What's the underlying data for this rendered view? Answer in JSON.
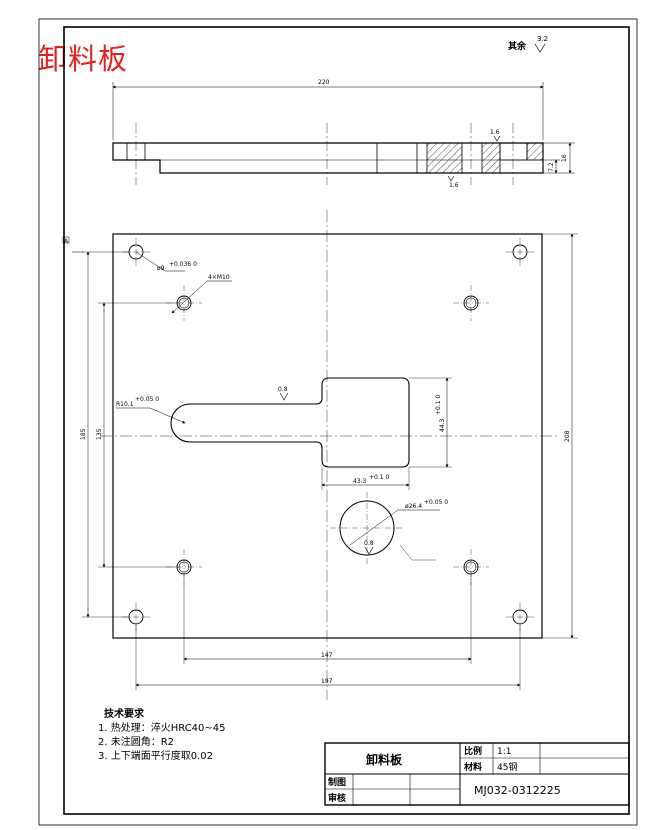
{
  "drawing_title": "卸料板",
  "roughness_note": {
    "label": "其余",
    "value": "3.2"
  },
  "dimensions": {
    "overall_length": "220",
    "thickness_total": "16",
    "thickness_step": "7.2",
    "counterbore": "1.6",
    "counterbore_bottom": "1.6",
    "height_total": "208",
    "hole_a_size": "ø9",
    "hole_a_tol": "+0.036\n0",
    "tap_spec": "4×M10",
    "slot_radius": "R10.1",
    "slot_radius_tol": "+0.05\n0",
    "slot_finish": "0.8",
    "pocket_height": "44.3",
    "pocket_height_tol": "+0.1\n0",
    "pocket_width": "43.3",
    "pocket_width_tol": "+0.1\n0",
    "center_hole": "ø26.4",
    "center_hole_tol": "+0.05\n0",
    "center_finish": "0.8",
    "vert_185a": "185",
    "vert_135": "135",
    "bottom_147": "147",
    "bottom_197": "197",
    "datum_a": "A"
  },
  "tech_requirements": {
    "heading": "技术要求",
    "items": [
      "1. 热处理：淬火HRC40~45",
      "2. 未注圆角：R2",
      "3. 上下端面平行度取0.02"
    ]
  },
  "title_block": {
    "part_name": "卸料板",
    "scale_label": "比例",
    "scale_value": "1:1",
    "material_label": "材料",
    "material_value": "45钢",
    "drawn_label": "制图",
    "checked_label": "审核",
    "drawing_number": "MJ032-0312225"
  }
}
